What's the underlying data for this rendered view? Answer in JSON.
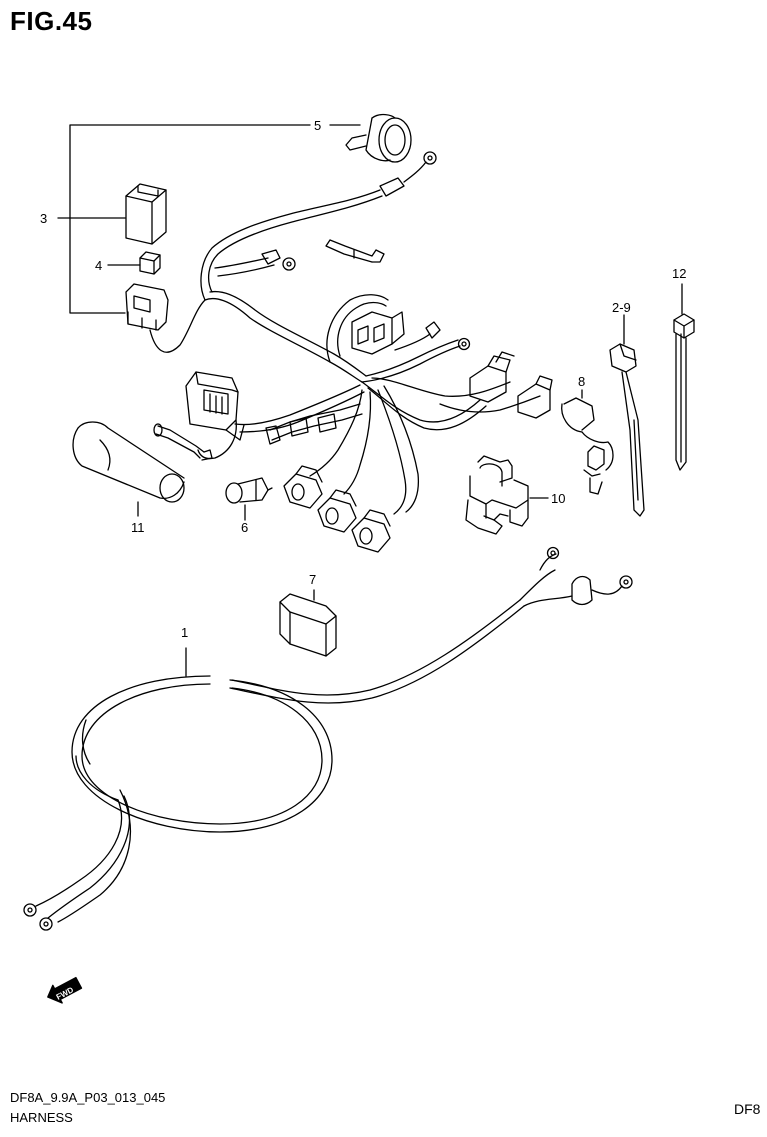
{
  "figure": {
    "title": "FIG.45",
    "part_code": "DF8A_9.9A_P03_013_045",
    "part_name": "HARNESS",
    "corner_code": "DF8"
  },
  "callouts": [
    {
      "id": "1",
      "label": "1"
    },
    {
      "id": "2-9",
      "label": "2-9"
    },
    {
      "id": "3",
      "label": "3"
    },
    {
      "id": "4",
      "label": "4"
    },
    {
      "id": "5",
      "label": "5"
    },
    {
      "id": "6",
      "label": "6"
    },
    {
      "id": "7",
      "label": "7"
    },
    {
      "id": "8",
      "label": "8"
    },
    {
      "id": "10",
      "label": "10"
    },
    {
      "id": "11",
      "label": "11"
    },
    {
      "id": "12",
      "label": "12"
    }
  ],
  "forward_badge": {
    "label": "FWD",
    "icon": "forward-arrow-icon"
  }
}
